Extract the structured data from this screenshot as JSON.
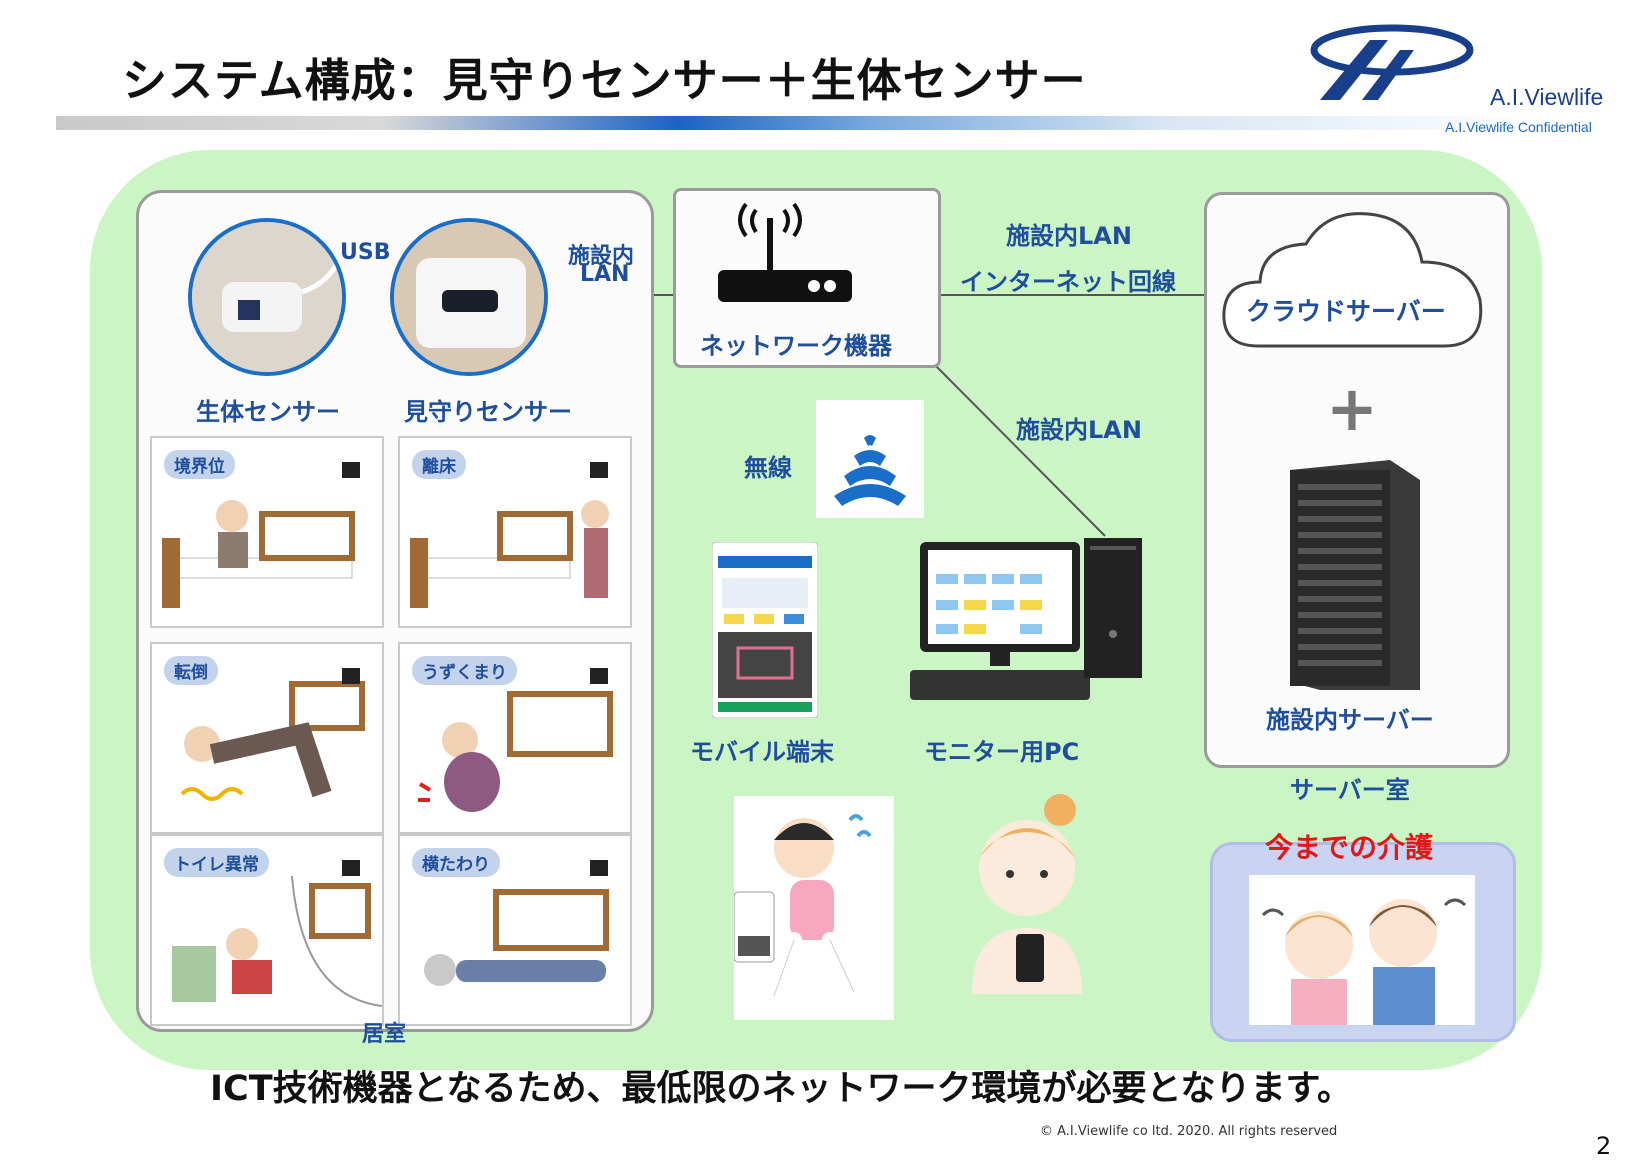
{
  "title": "システム構成：見守りセンサー＋生体センサー",
  "brand": {
    "name": "A.I.Viewlife",
    "confidential": "A.I.Viewlife Confidential"
  },
  "room": {
    "label": "居室",
    "sensors": {
      "usb_label": "USB",
      "lan_label_1": "施設内",
      "lan_label_2": "LAN",
      "bio_sensor": "生体センサー",
      "watch_sensor": "見守りセンサー"
    },
    "scenes": [
      {
        "tag": "境界位"
      },
      {
        "tag": "離床"
      },
      {
        "tag": "転倒"
      },
      {
        "tag": "うずくまり"
      },
      {
        "tag": "トイレ異常"
      },
      {
        "tag": "横たわり"
      }
    ]
  },
  "network": {
    "device_label": "ネットワーク機器",
    "link_lan_1": "施設内LAN",
    "link_internet": "インターネット回線",
    "link_lan_2": "施設内LAN",
    "wireless": "無線",
    "mobile": "モバイル端末",
    "monitor_pc": "モニター用PC"
  },
  "server_room": {
    "label": "サーバー室",
    "cloud": "クラウドサーバー",
    "plus": "+",
    "onsite_server": "施設内サーバー"
  },
  "care_legacy": {
    "title": "今までの介護"
  },
  "footer_message": "ICT技術機器となるため、最低限のネットワーク環境が必要となります。",
  "copyright": "© A.I.Viewlife co ltd. 2020. All rights reserved",
  "page_number": "2",
  "colors": {
    "accent_blue": "#1f4e9c",
    "panel_green": "#ccf5c6",
    "alert_red": "#e01818"
  }
}
